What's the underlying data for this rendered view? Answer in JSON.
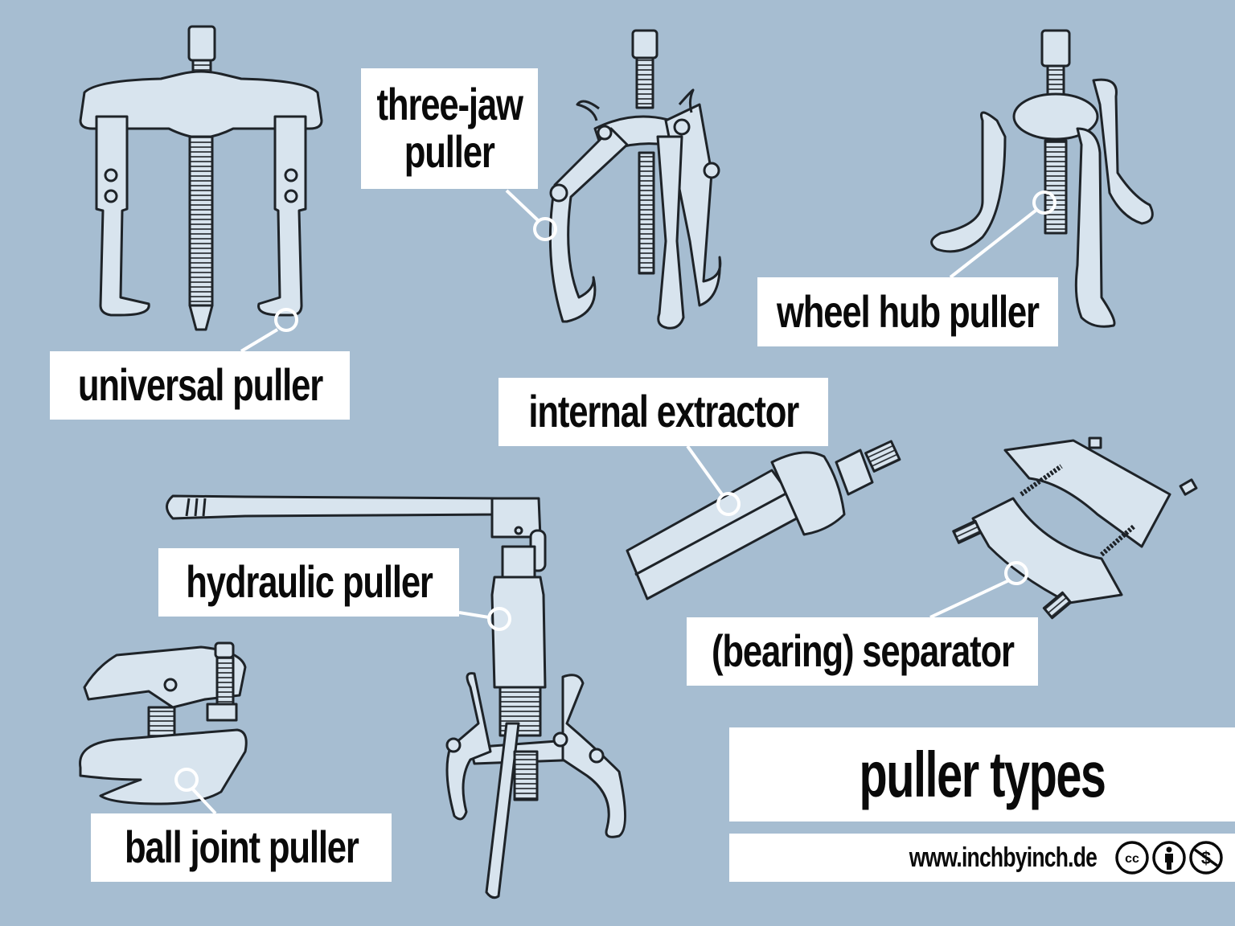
{
  "title": "puller types",
  "website": "www.inchbyinch.de",
  "license_icons": [
    "cc-icon",
    "attribution-icon",
    "noncommercial-icon"
  ],
  "colors": {
    "background": "#A6BDD1",
    "label_bg": "#FFFFFF",
    "text": "#0A0A0A",
    "tool_fill": "#D8E4EE",
    "tool_stroke": "#1E2328",
    "callout": "#FFFFFF"
  },
  "labels": [
    {
      "id": "universal-puller",
      "text": "universal puller"
    },
    {
      "id": "three-jaw-puller",
      "line1": "three-jaw",
      "line2": "puller"
    },
    {
      "id": "wheel-hub-puller",
      "text": "wheel hub puller"
    },
    {
      "id": "internal-extractor",
      "text": "internal extractor"
    },
    {
      "id": "hydraulic-puller",
      "text": "hydraulic puller"
    },
    {
      "id": "bearing-separator",
      "text": "(bearing) separator"
    },
    {
      "id": "ball-joint-puller",
      "text": "ball joint puller"
    }
  ]
}
